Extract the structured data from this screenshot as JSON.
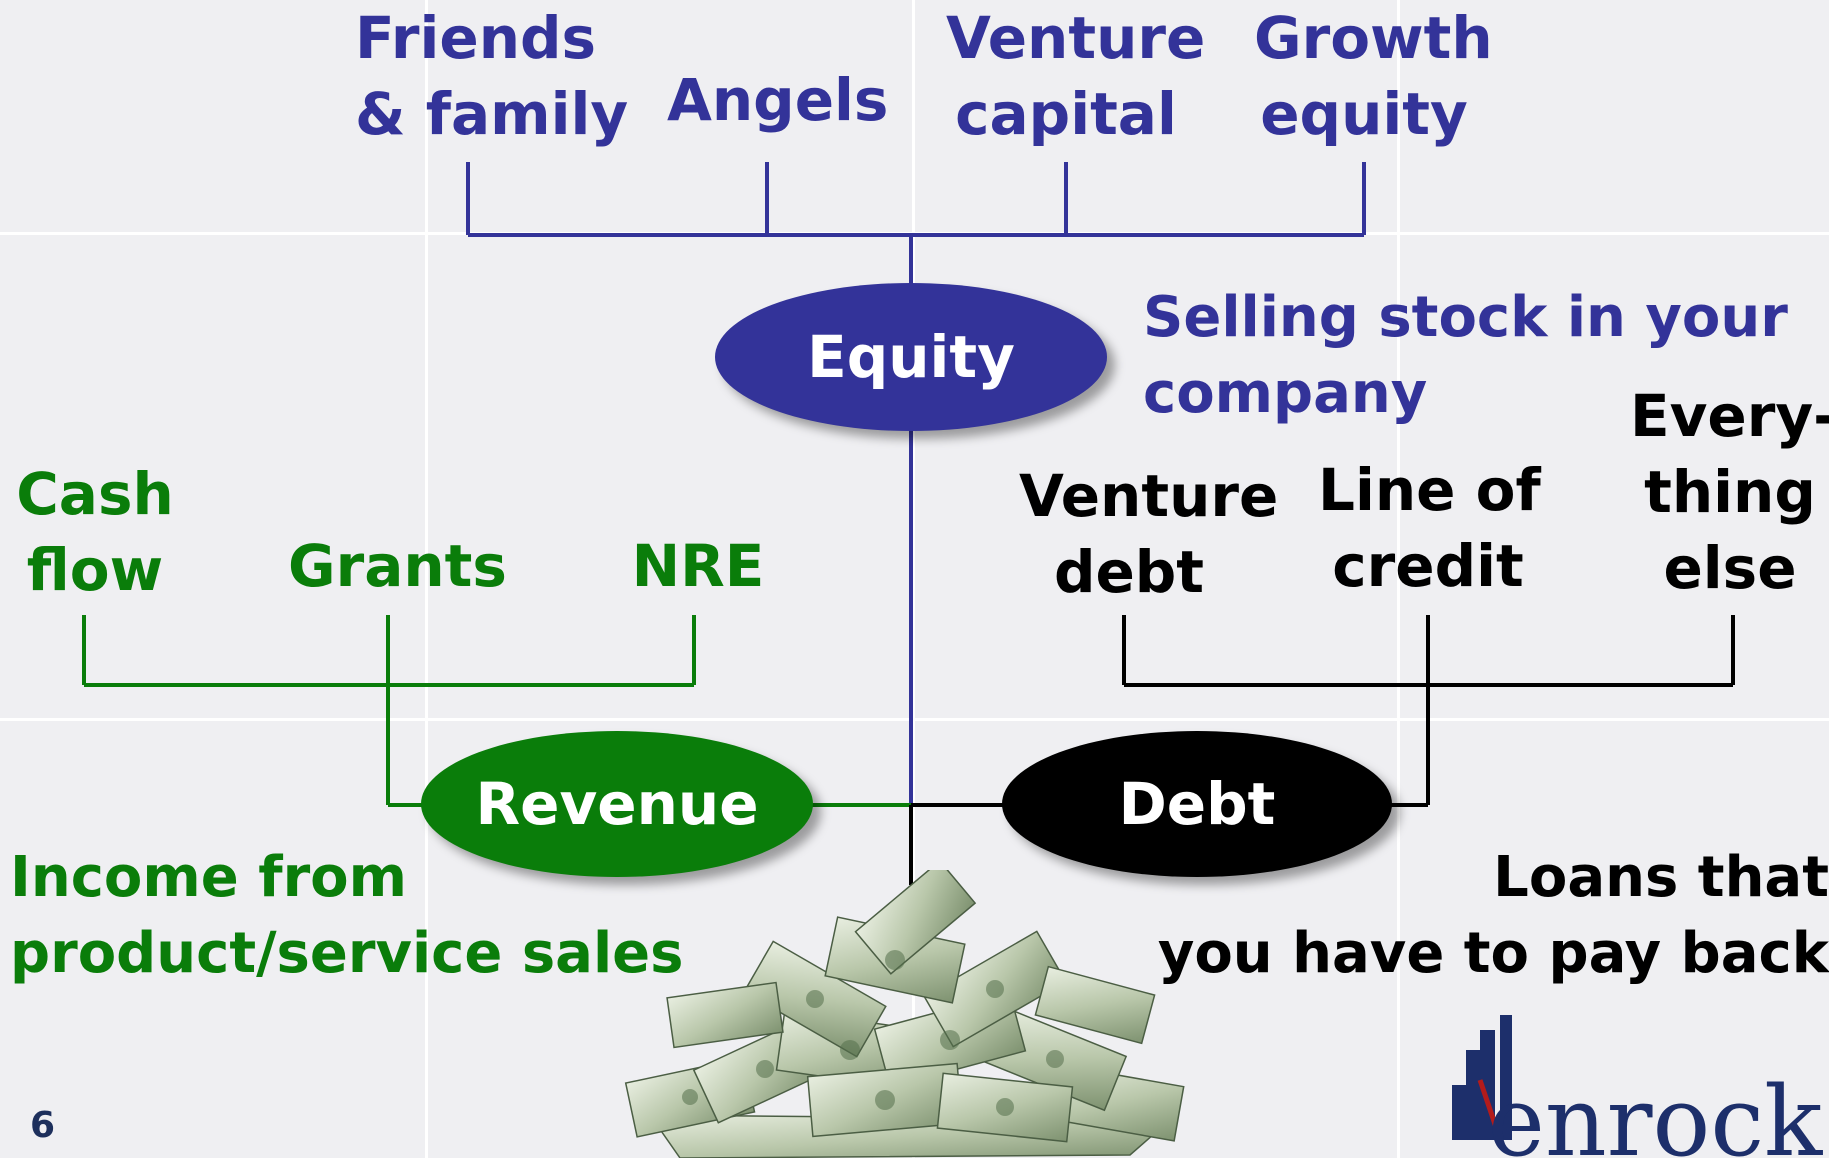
{
  "equity": {
    "label": "Equity",
    "description": [
      "Selling stock in your",
      "company"
    ],
    "sources": [
      {
        "lines": [
          "Friends",
          "& family"
        ]
      },
      {
        "lines": [
          "Angels"
        ]
      },
      {
        "lines": [
          "Venture",
          "capital"
        ]
      },
      {
        "lines": [
          "Growth",
          "equity"
        ]
      }
    ]
  },
  "revenue": {
    "label": "Revenue",
    "description": [
      "Income from",
      "product/service sales"
    ],
    "sources": [
      {
        "lines": [
          "Cash",
          "flow"
        ]
      },
      {
        "lines": [
          "Grants"
        ]
      },
      {
        "lines": [
          "NRE"
        ]
      }
    ]
  },
  "debt": {
    "label": "Debt",
    "description": [
      "Loans that",
      "you have to pay back"
    ],
    "sources": [
      {
        "lines": [
          "Venture",
          "debt"
        ]
      },
      {
        "lines": [
          "Line of",
          "credit"
        ]
      },
      {
        "lines": [
          "Every-",
          "thing",
          "else"
        ]
      }
    ]
  },
  "slide_number": "6",
  "logo_text": "Venrock",
  "colors": {
    "equity": "#333399",
    "revenue": "#0a7d0a",
    "debt": "#000000",
    "background": "#efeff2"
  },
  "images": {
    "center": "pile-of-dollar-bills"
  }
}
